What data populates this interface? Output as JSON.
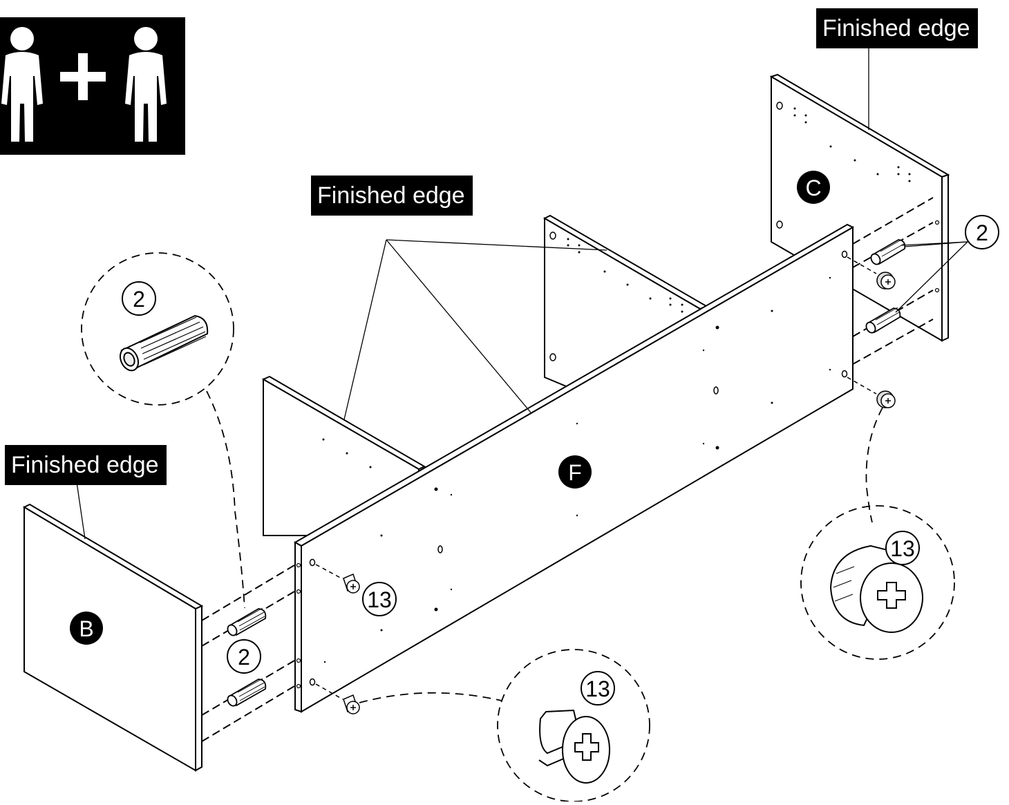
{
  "labels": {
    "finished_edge_1": "Finished edge",
    "finished_edge_2": "Finished edge",
    "finished_edge_3": "Finished edge"
  },
  "parts": {
    "panel_b": "B",
    "panel_c": "C",
    "panel_f": "F"
  },
  "callouts": {
    "dowel_zoom": "2",
    "dowel_c": "2",
    "dowel_b": "2",
    "cam_b_top": "13",
    "cam_zoom_bottom": "13",
    "cam_zoom_right": "13"
  },
  "icons": {
    "people": "two-people-icon",
    "dowel": "wooden-dowel-icon",
    "cam": "cam-lock-icon"
  },
  "colors": {
    "ink": "#000000",
    "paper": "#ffffff"
  }
}
